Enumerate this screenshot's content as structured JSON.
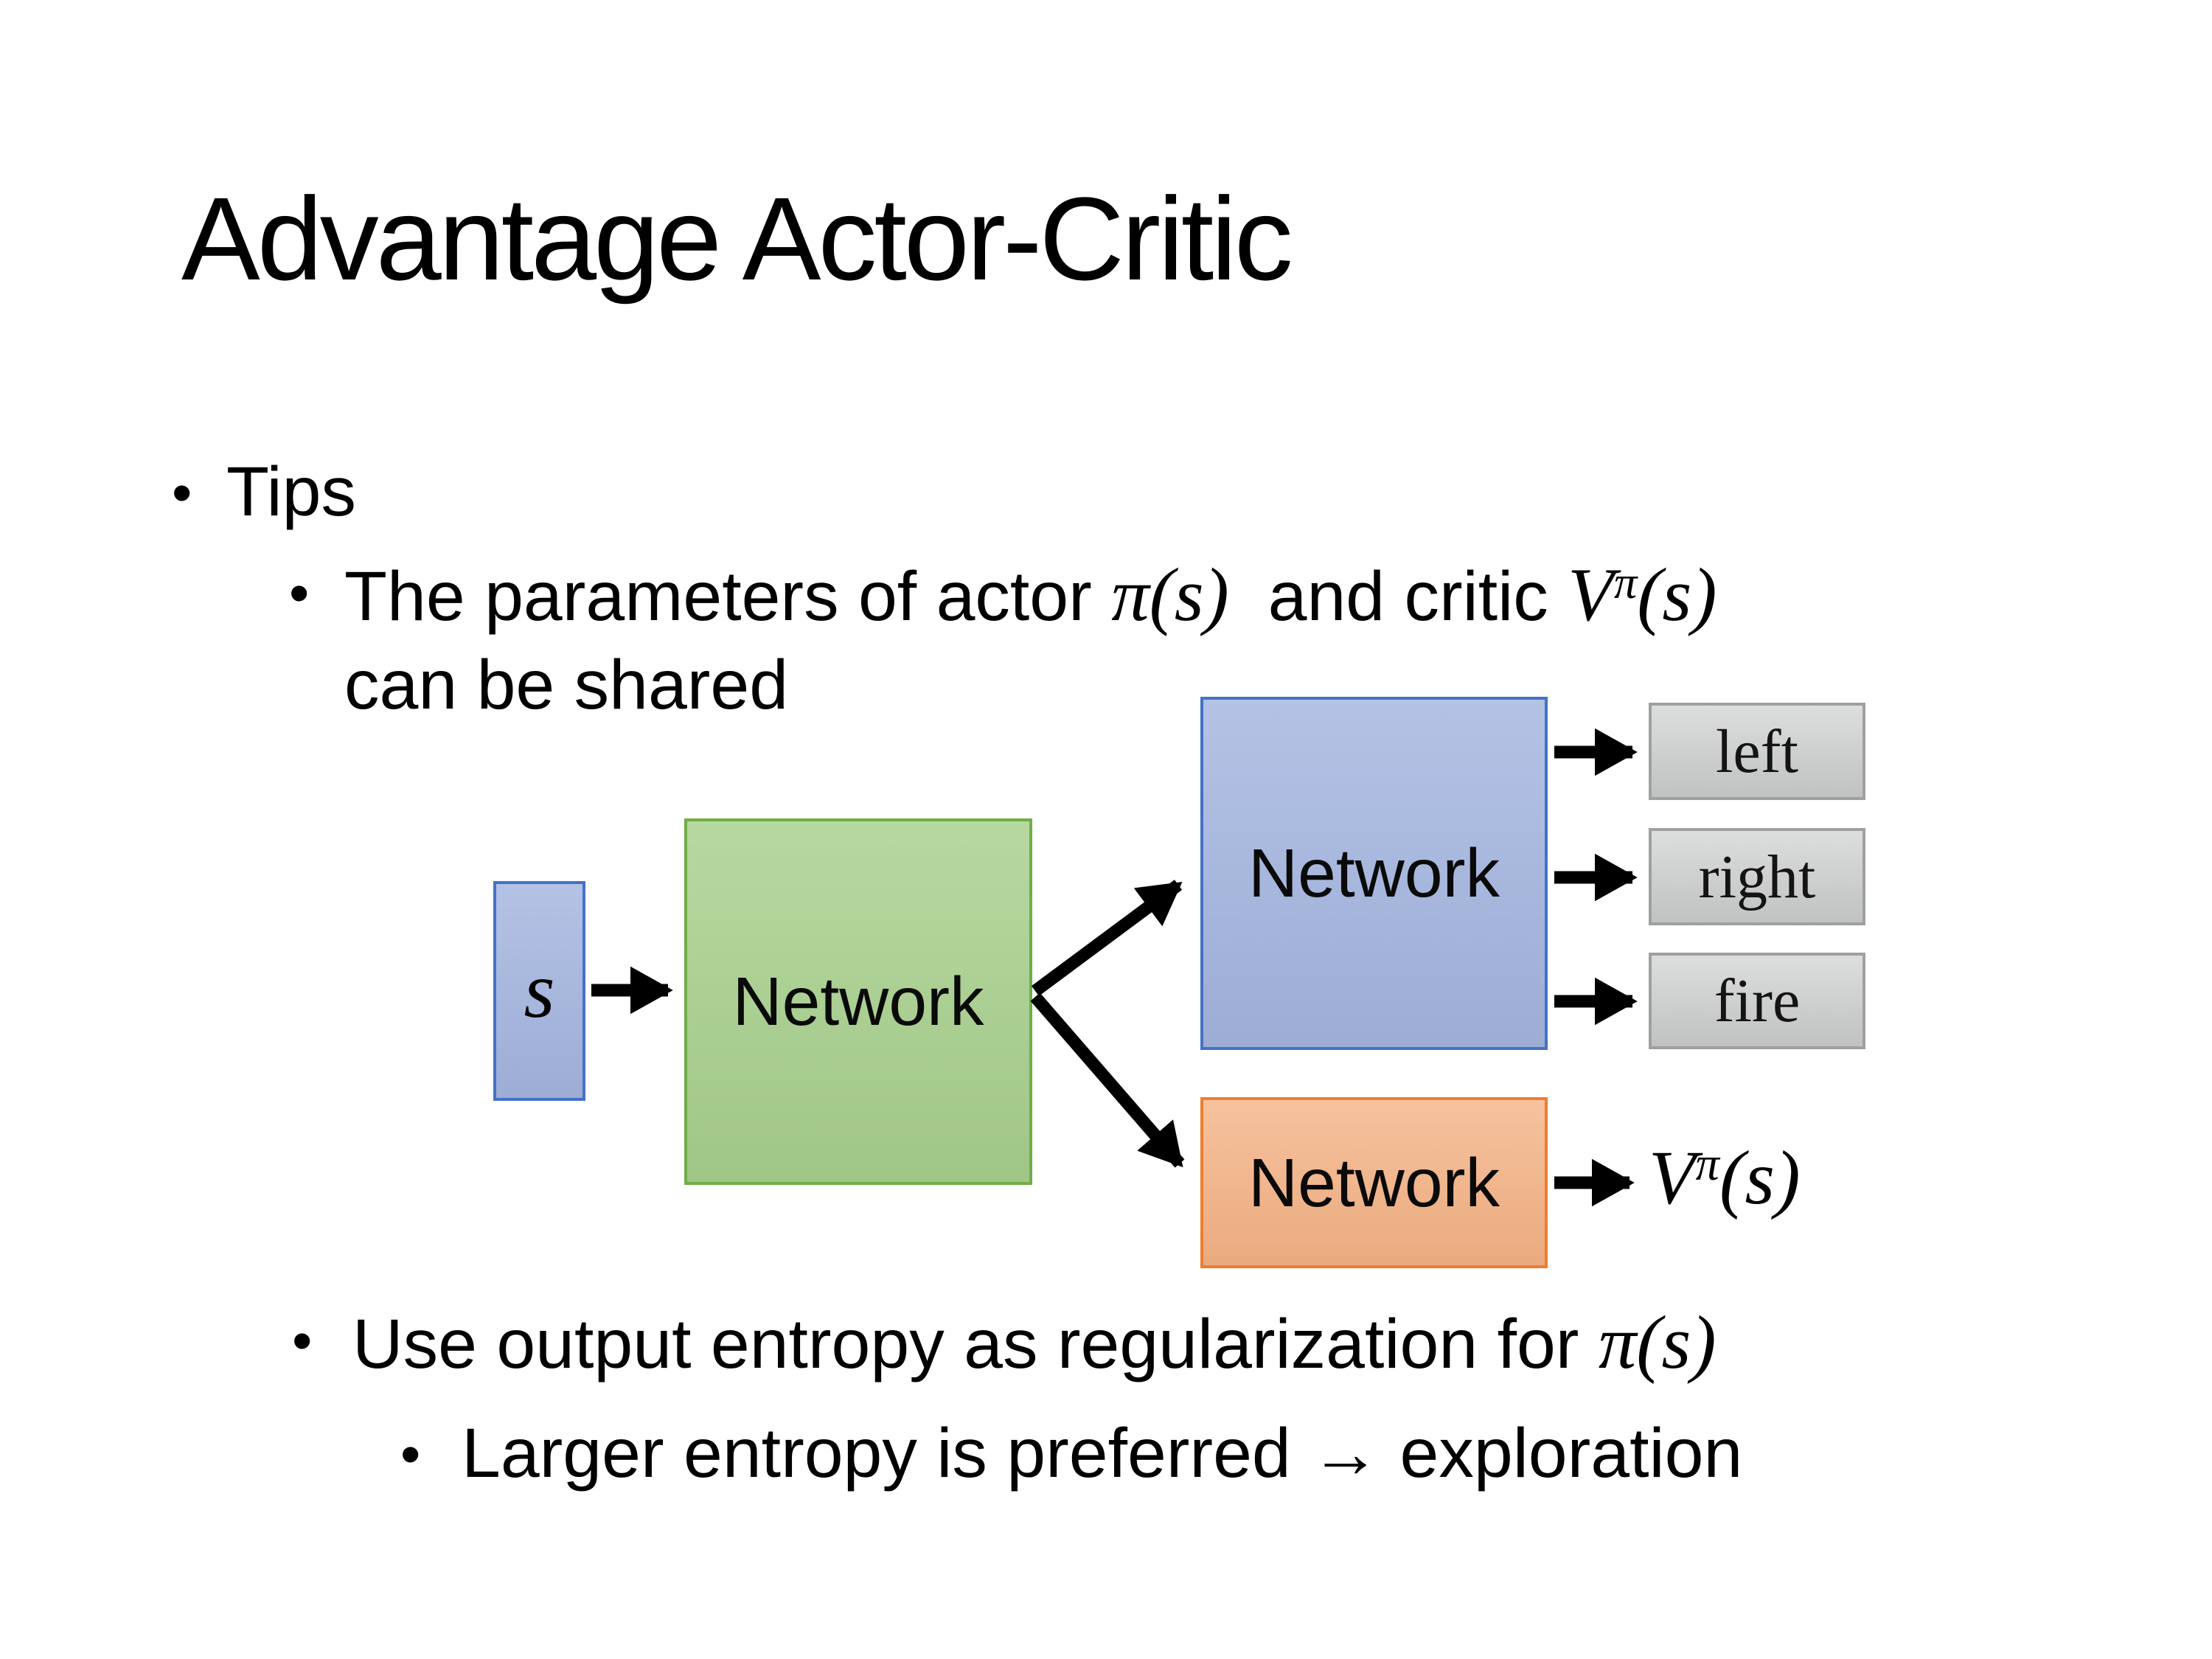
{
  "title": "Advantage Actor-Critic",
  "bullet_glyph": "•",
  "bullets": {
    "tips": "Tips",
    "param_pre": "The parameters of actor ",
    "param_math_pi": "π(s)",
    "param_mid": "  and critic ",
    "param_math_V": "V",
    "param_math_V_sup": "π",
    "param_math_V_args": "(s)",
    "param_line2": "can be shared",
    "entropy_pre": "Use output entropy as regularization for ",
    "entropy_math_pi": "π(s)",
    "exploration": "Larger entropy is preferred → exploration"
  },
  "diagram": {
    "state_label": "s",
    "shared_network": "Network",
    "actor_network": "Network",
    "critic_network": "Network",
    "actions": [
      "left",
      "right",
      "fire"
    ],
    "value_base": "V",
    "value_sup": "π",
    "value_args": "(s)"
  },
  "colors": {
    "background": "#FFFFFF",
    "text": "#000000",
    "arrow": "#000000",
    "blue_fill": "#A5B6E0",
    "blue_border": "#4472C4",
    "green_fill": "#A9D18E",
    "green_border": "#70AD47",
    "orange_fill": "#F4B183",
    "orange_border": "#ED7D31",
    "gray_fill": "#CFD1D0",
    "gray_border": "#9EA0A2"
  }
}
